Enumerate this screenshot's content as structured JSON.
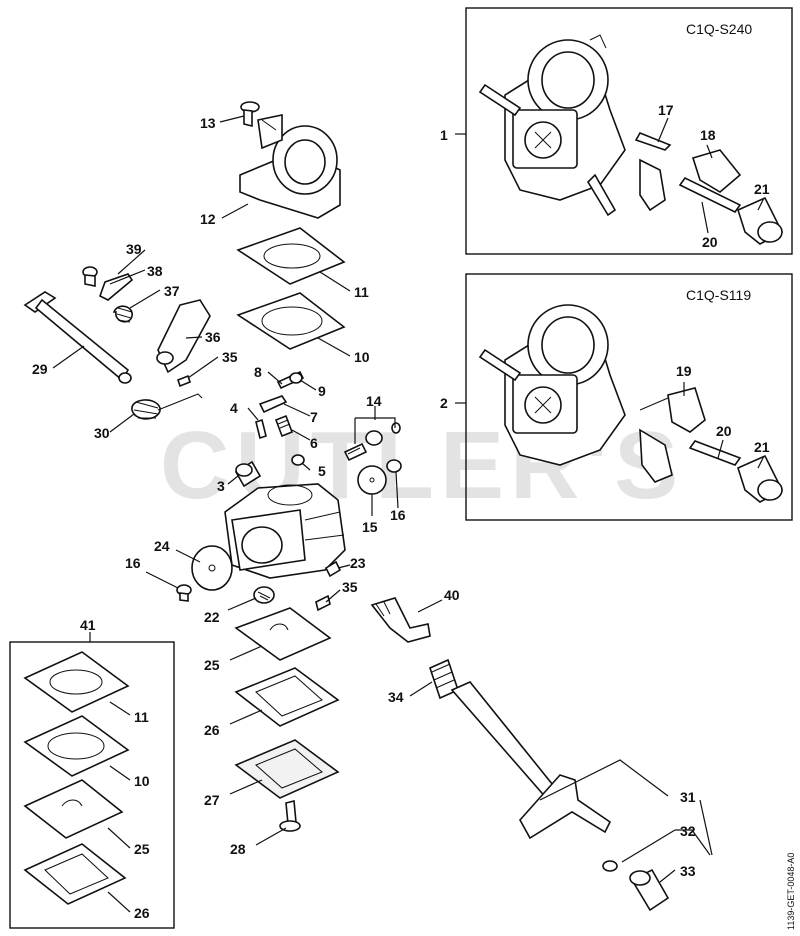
{
  "watermark": "CUTLER'S",
  "reference_code": "1139-GET-0048-A0",
  "insets": [
    {
      "model": "C1Q-S240"
    },
    {
      "model": "C1Q-S119"
    }
  ],
  "callouts": {
    "c1": "1",
    "c2": "2",
    "c3": "3",
    "c4": "4",
    "c5": "5",
    "c6": "6",
    "c7": "7",
    "c8": "8",
    "c9": "9",
    "c10": "10",
    "c10b": "10",
    "c11": "11",
    "c11b": "11",
    "c12": "12",
    "c13": "13",
    "c14": "14",
    "c15": "15",
    "c16a": "16",
    "c16b": "16",
    "c17": "17",
    "c18": "18",
    "c19": "19",
    "c20a": "20",
    "c20b": "20",
    "c21a": "21",
    "c21b": "21",
    "c22": "22",
    "c23": "23",
    "c24": "24",
    "c25": "25",
    "c25b": "25",
    "c26": "26",
    "c26b": "26",
    "c27": "27",
    "c28": "28",
    "c29": "29",
    "c30": "30",
    "c31": "31",
    "c32": "32",
    "c33": "33",
    "c34": "34",
    "c35a": "35",
    "c35b": "35",
    "c36": "36",
    "c37": "37",
    "c38": "38",
    "c39": "39",
    "c40": "40",
    "c41": "41"
  }
}
